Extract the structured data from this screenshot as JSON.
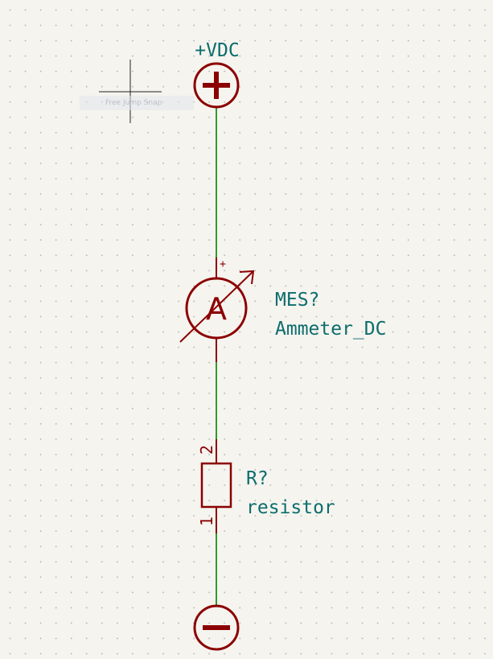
{
  "schematic": {
    "power_plus": {
      "label": "+VDC",
      "glyph": "+"
    },
    "ammeter": {
      "reference": "MES?",
      "value": "Ammeter_DC",
      "letter": "A",
      "polarity_mark": "+"
    },
    "resistor": {
      "reference": "R?",
      "value": "resistor",
      "pin_top": "2",
      "pin_bottom": "1"
    },
    "power_minus": {
      "glyph": "−"
    }
  },
  "cursor": {
    "tooltip": "Free Jump Snap"
  },
  "colors": {
    "background": "#f5f4ef",
    "wire": "#2e9b2e",
    "symbol": "#8b0000",
    "label": "#0d6d6d",
    "grid_dot": "#b9b9b9"
  }
}
